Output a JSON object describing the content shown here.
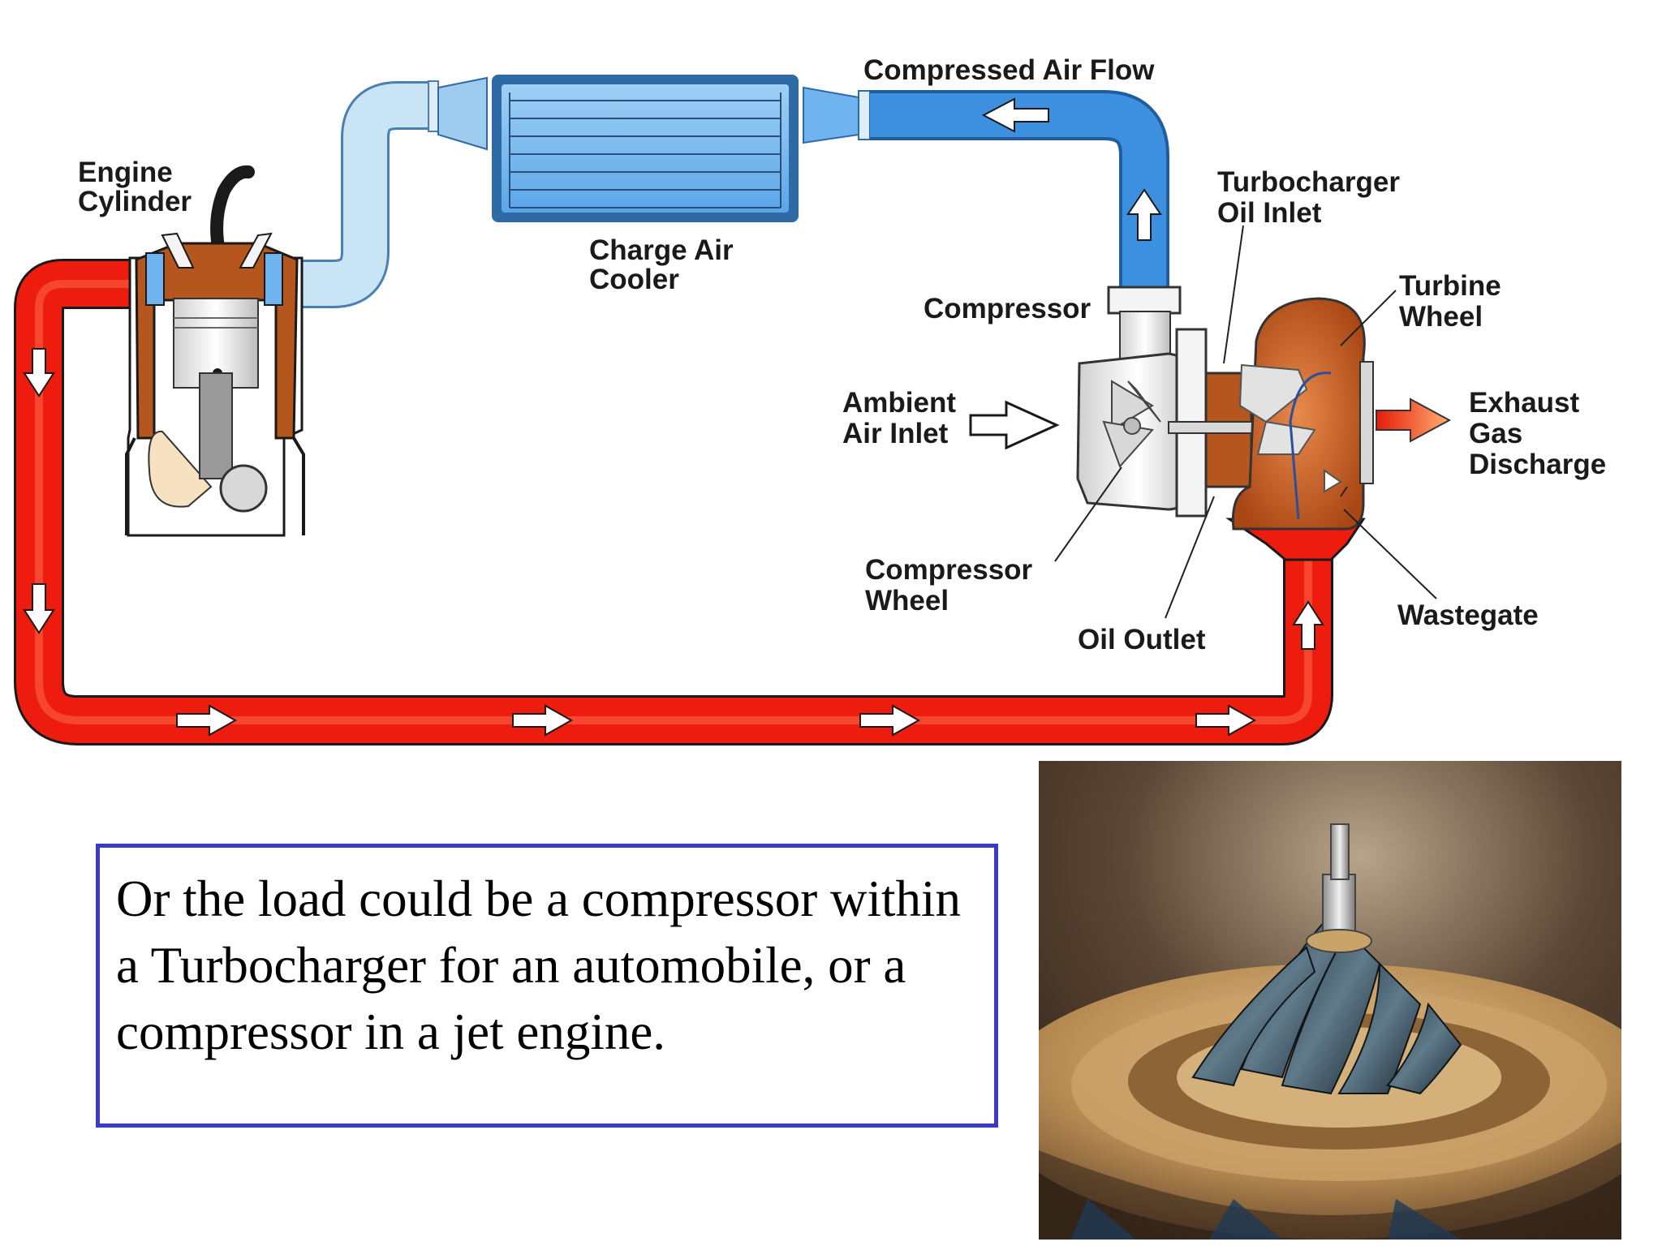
{
  "diagram": {
    "labels": {
      "engine_cylinder_1": "Engine",
      "engine_cylinder_2": "Cylinder",
      "compressed_air_flow": "Compressed Air Flow",
      "charge_air_cooler_1": "Charge Air",
      "charge_air_cooler_2": "Cooler",
      "turbo_oil_inlet_1": "Turbocharger",
      "turbo_oil_inlet_2": "Oil Inlet",
      "turbine_wheel_1": "Turbine",
      "turbine_wheel_2": "Wheel",
      "compressor": "Compressor",
      "ambient_air_inlet_1": "Ambient",
      "ambient_air_inlet_2": "Air Inlet",
      "exhaust_1": "Exhaust",
      "exhaust_2": "Gas",
      "exhaust_3": "Discharge",
      "compressor_wheel_1": "Compressor",
      "compressor_wheel_2": "Wheel",
      "oil_outlet": "Oil Outlet",
      "wastegate": "Wastegate"
    },
    "colors": {
      "exhaust_pipe": "#ee1c0e",
      "air_pipe": "#3d8fe0",
      "intake_pipe": "#c9e4f5",
      "turbine_housing": "#b5561e",
      "compressor_housing": "#e6e6e6"
    }
  },
  "caption": {
    "text": "Or the load could be a compressor within a Turbocharger for an automobile, or a compressor in a jet engine."
  },
  "photo": {
    "icon": "compressor-wheel-photo"
  }
}
